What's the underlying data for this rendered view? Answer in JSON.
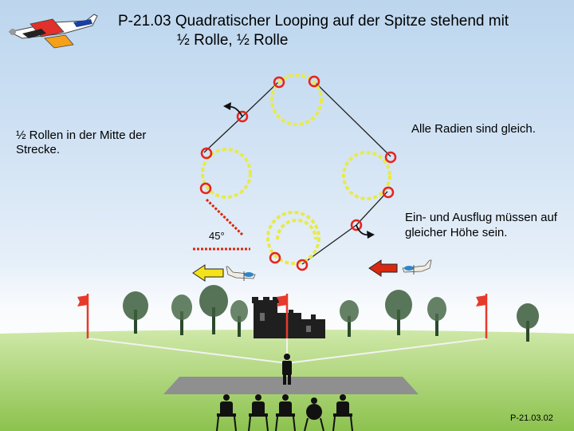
{
  "title": {
    "line1": "P-21.03 Quadratischer Looping auf der Spitze stehend mit",
    "line2": "½ Rolle, ½ Rolle"
  },
  "notes": {
    "left": "½ Rollen in der Mitte der Strecke.",
    "right": "Alle Radien sind gleich.",
    "entry": "Ein- und Ausflug müssen auf gleicher Höhe sein."
  },
  "angle_label": "45°",
  "footer_code": "P-21.03.02",
  "colors": {
    "loop_dash": "#e8ea4a",
    "marker_ring": "#e8231c",
    "entry_arrow": "#d9280f",
    "exit_arrow": "#f4e21a",
    "flag": "#e63a2c",
    "ground": "#a9d36b",
    "runway": "#8f8f8f"
  },
  "icons": [
    "model-aircraft-icon",
    "roll-arrow-icon",
    "flag-icon",
    "tree-icon",
    "castle-icon",
    "pilot-icon",
    "judge-icon"
  ]
}
